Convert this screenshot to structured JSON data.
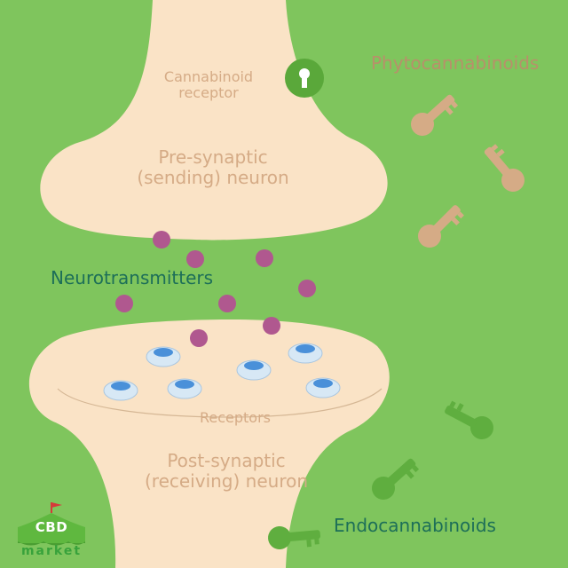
{
  "labels": {
    "cannabinoid_receptor": "Cannabinoid receptor",
    "pre_synaptic": "Pre-synaptic (sending) neuron",
    "neurotransmitters": "Neurotransmitters",
    "receptors": "Receptors",
    "post_synaptic": "Post-synaptic (receiving) neuron",
    "phytocannabinoids": "Phytocannabinoids",
    "endocannabinoids": "Endocannabinoids"
  },
  "logo": {
    "name": "CBD",
    "sub": "market"
  },
  "colors": {
    "background": "#7fc55d",
    "neuron": "#fae3c6",
    "neurotransmitter": "#b0588f",
    "receptor_outer": "#d7e8f5",
    "receptor_inner": "#4a90d9",
    "phyto_key": "#d5ab86",
    "endo_key": "#5fae3f",
    "cb_receptor": "#5aa83a",
    "label_dark_green": "#1d6f58"
  }
}
